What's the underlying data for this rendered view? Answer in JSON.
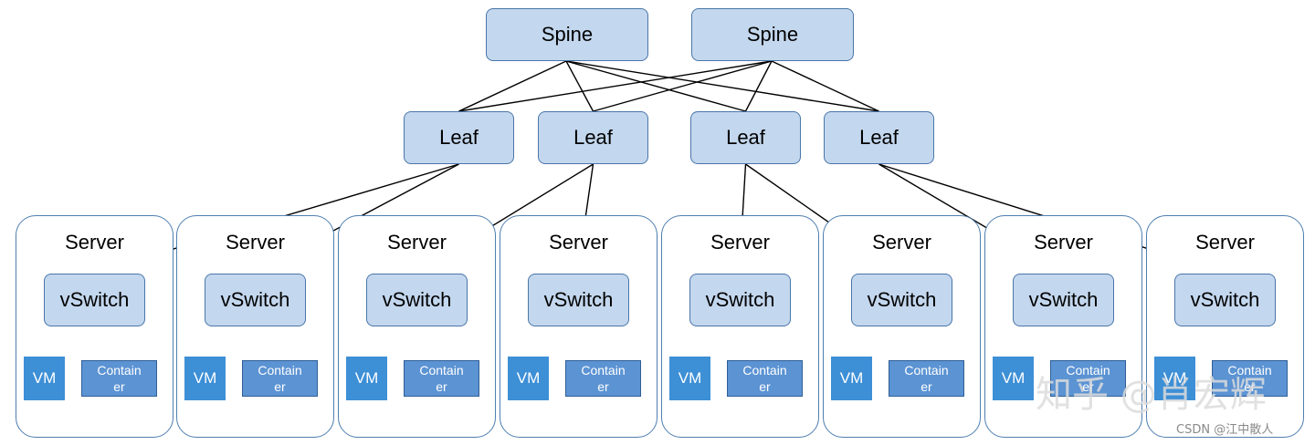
{
  "spines": [
    {
      "label": "Spine"
    },
    {
      "label": "Spine"
    }
  ],
  "leaves": [
    {
      "label": "Leaf"
    },
    {
      "label": "Leaf"
    },
    {
      "label": "Leaf"
    },
    {
      "label": "Leaf"
    }
  ],
  "servers": [
    {
      "label": "Server",
      "vswitch": "vSwitch",
      "vm": "VM",
      "container": "Contain\ner"
    },
    {
      "label": "Server",
      "vswitch": "vSwitch",
      "vm": "VM",
      "container": "Contain\ner"
    },
    {
      "label": "Server",
      "vswitch": "vSwitch",
      "vm": "VM",
      "container": "Contain\ner"
    },
    {
      "label": "Server",
      "vswitch": "vSwitch",
      "vm": "VM",
      "container": "Contain\ner"
    },
    {
      "label": "Server",
      "vswitch": "vSwitch",
      "vm": "VM",
      "container": "Contain\ner"
    },
    {
      "label": "Server",
      "vswitch": "vSwitch",
      "vm": "VM",
      "container": "Contain\ner"
    },
    {
      "label": "Server",
      "vswitch": "vSwitch",
      "vm": "VM",
      "container": "Contain\ner"
    },
    {
      "label": "Server",
      "vswitch": "vSwitch",
      "vm": "VM",
      "container": "Contain\ner"
    }
  ],
  "links": {
    "spine_leaf": [
      [
        0,
        0
      ],
      [
        0,
        1
      ],
      [
        0,
        2
      ],
      [
        0,
        3
      ],
      [
        1,
        0
      ],
      [
        1,
        1
      ],
      [
        1,
        2
      ],
      [
        1,
        3
      ]
    ],
    "leaf_vswitch": [
      [
        0,
        0
      ],
      [
        0,
        1
      ],
      [
        1,
        2
      ],
      [
        1,
        3
      ],
      [
        2,
        4
      ],
      [
        2,
        5
      ],
      [
        3,
        6
      ],
      [
        3,
        7
      ]
    ]
  },
  "watermark": "知乎 @肖宏辉",
  "credit": "CSDN @江中散人",
  "colors": {
    "box_fill": "#c3d7ee",
    "box_border": "#4a76a8",
    "vm_fill": "#3d8fd6",
    "container_fill": "#5b93d3",
    "line": "#000000"
  }
}
